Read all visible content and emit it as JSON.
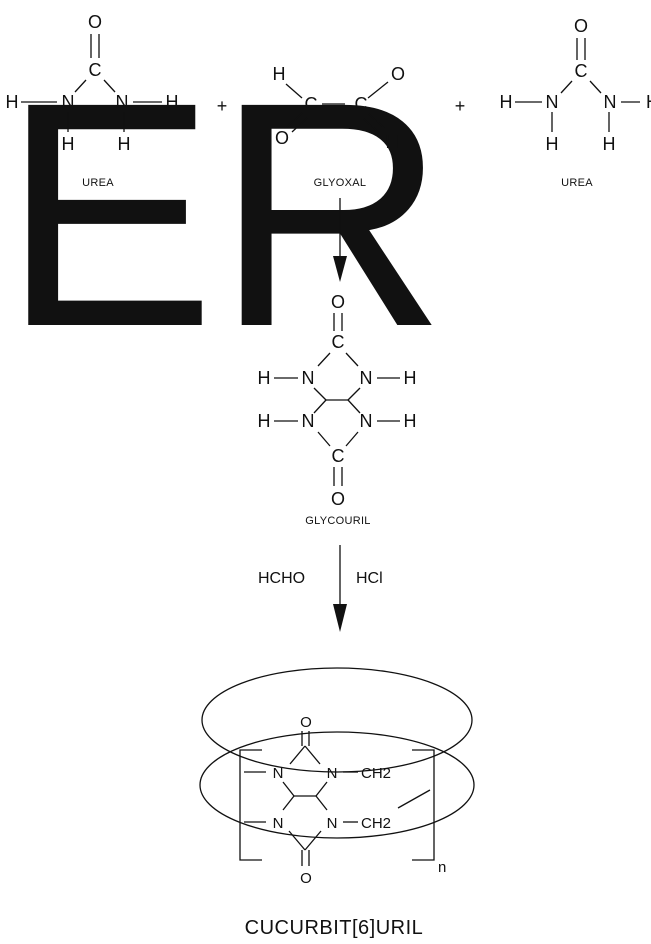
{
  "watermark": "ER",
  "labels": {
    "urea_left": "UREA",
    "glyoxal": "GLYOXAL",
    "urea_right": "UREA",
    "glycouril": "GLYCOURIL",
    "product": "CUCURBIT[6]URIL"
  },
  "operators": {
    "plus_1": "+",
    "plus_2": "+"
  },
  "reagents": {
    "left": "HCHO",
    "right": "HCl"
  },
  "subscript": "n",
  "atoms": {
    "O": "O",
    "C": "C",
    "N": "N",
    "H": "H",
    "CH2": "CH2"
  }
}
